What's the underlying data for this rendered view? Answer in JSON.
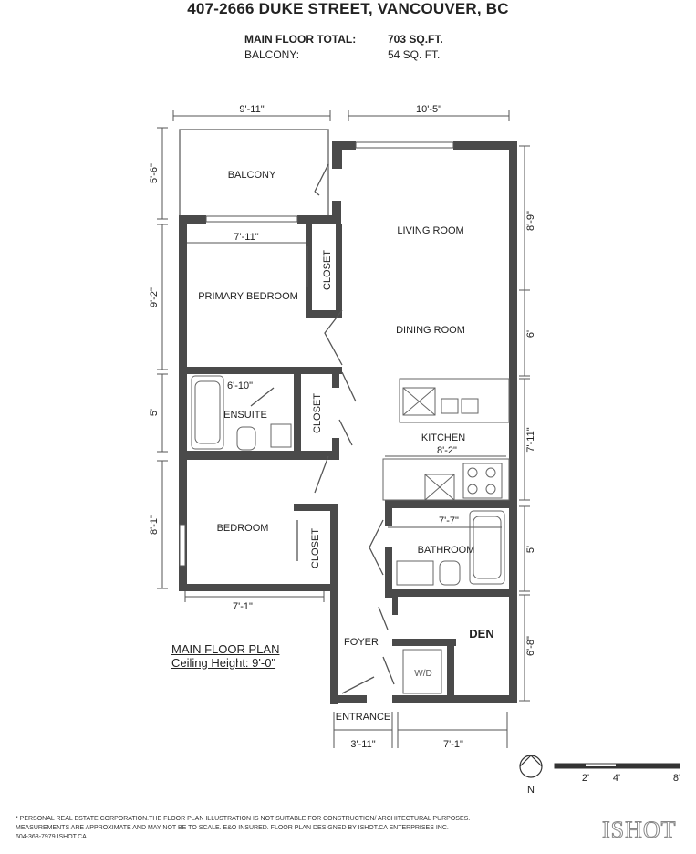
{
  "header": {
    "address": "407-2666 DUKE STREET, VANCOUVER, BC",
    "main_floor_label": "MAIN FLOOR TOTAL:",
    "main_floor_value": "703 SQ.FT.",
    "balcony_label": "BALCONY:",
    "balcony_value": "54 SQ. FT."
  },
  "rooms": {
    "balcony": "BALCONY",
    "living": "LIVING ROOM",
    "dining": "DINING ROOM",
    "primary_bedroom": "PRIMARY BEDROOM",
    "ensuite": "ENSUITE",
    "closet": "CLOSET",
    "kitchen": "KITCHEN",
    "bedroom": "BEDROOM",
    "bathroom": "BATHROOM",
    "foyer": "FOYER",
    "den": "DEN",
    "wd": "W/D",
    "entrance": "ENTRANCE"
  },
  "dimensions": {
    "balcony_width": "9'-11\"",
    "living_width": "10'-5\"",
    "balcony_depth": "5'-6\"",
    "living_depth": "8'-9\"",
    "primary_width": "7'-11\"",
    "primary_depth": "9'-2\"",
    "dining_depth": "6'",
    "ensuite_width": "6'-10\"",
    "ensuite_depth": "5'",
    "kitchen_width": "8'-2\"",
    "kitchen_depth": "7'-11\"",
    "bath_width": "7'-7\"",
    "bath_depth": "5'",
    "bedroom_depth": "8'-1\"",
    "bedroom_width": "7'-1\"",
    "den_depth": "6'-8\"",
    "entrance_width": "3'-11\"",
    "den_width": "7'-1\""
  },
  "plan": {
    "title": "MAIN FLOOR PLAN",
    "ceiling": "Ceiling Height: 9'-0\""
  },
  "scale": {
    "north": "N",
    "mark_2": "2'",
    "mark_4": "4'",
    "mark_8": "8'"
  },
  "footer": {
    "line1": "* PERSONAL REAL ESTATE CORPORATION.THE FLOOR PLAN ILLUSTRATION IS NOT SUITABLE FOR CONSTRUCTION/ ARCHITECTURAL PURPOSES.",
    "line2": "MEASUREMENTS ARE APPROXIMATE AND MAY NOT BE TO SCALE. E&O INSURED. FLOOR PLAN DESIGNED BY ISHOT.CA ENTERPRISES INC.",
    "line3": "604-368-7979  ISHOT.CA",
    "logo": "ISHOT"
  },
  "colors": {
    "wall": "#4a4a4a",
    "line": "#555555",
    "text": "#222222"
  }
}
